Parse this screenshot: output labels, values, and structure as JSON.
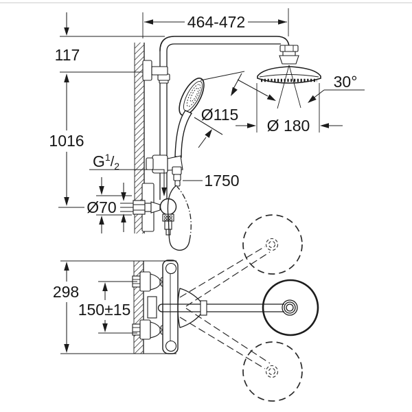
{
  "title": "shower-system-technical-drawing",
  "colors": {
    "line": "#1c1c1c",
    "background": "#ffffff",
    "frame": "#dcdcdc"
  },
  "dimensions": {
    "span_top": "464-472",
    "top_offset": "117",
    "rail_height": "1016",
    "thread_g": "G",
    "thread_sup": "1",
    "thread_slash": "/",
    "thread_sub": "2",
    "escutcheon_diameter": "Ø70",
    "hand_shower_diameter": "Ø115",
    "head_shower_diameter": "Ø 180",
    "head_angle": "30°",
    "hose_length": "1750",
    "body_height": "298",
    "connection_centers": "150±15"
  }
}
